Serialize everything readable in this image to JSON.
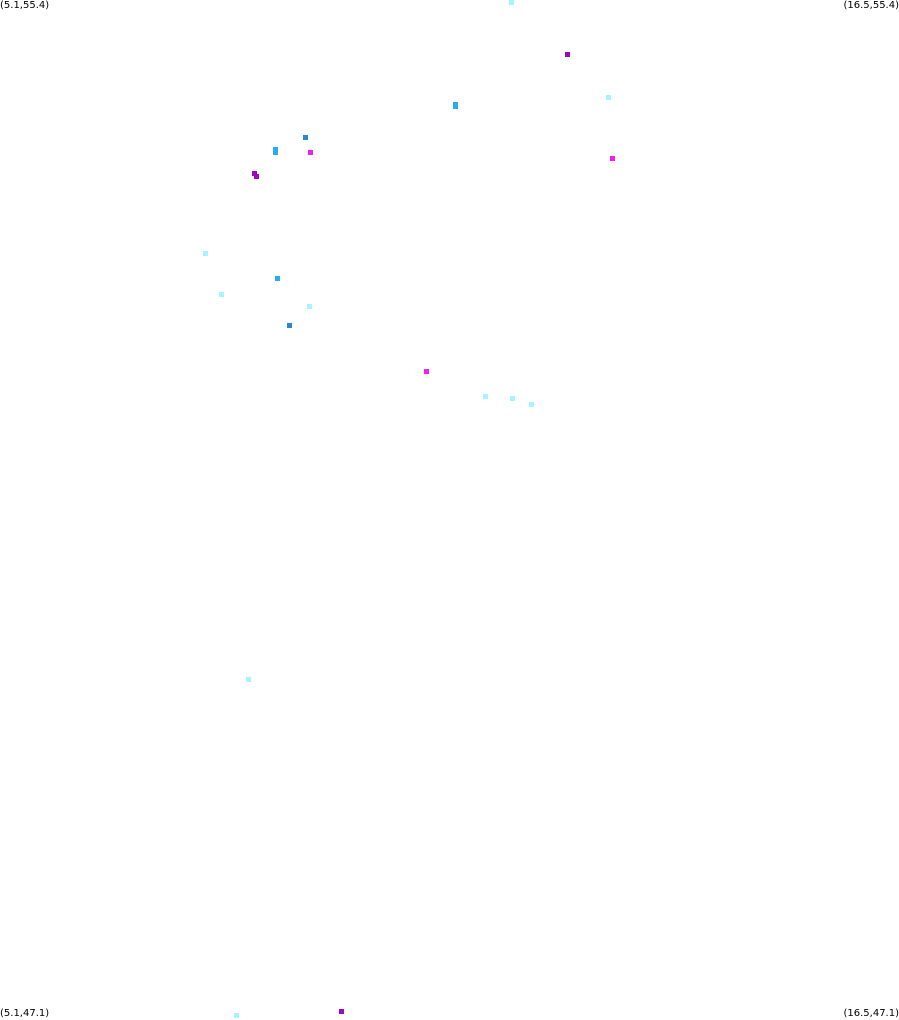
{
  "bounds": {
    "lon_min": 5.1,
    "lon_max": 16.5,
    "lat_min": 47.1,
    "lat_max": 55.4
  },
  "corners": {
    "top_left": "(5.1,55.4)",
    "top_right": "(16.5,55.4)",
    "bottom_left": "(5.1,47.1)",
    "bottom_right": "(16.5,47.1)"
  },
  "colors": {
    "cyan": "#a6f4ff",
    "sky": "#29abf2",
    "blue": "#2a86d6",
    "magenta": "#f01ef5",
    "purple": "#9a08c4"
  },
  "points": [
    {
      "lon": 11.58,
      "lat": 55.38,
      "color": "cyan"
    },
    {
      "lon": 12.29,
      "lat": 54.96,
      "color": "purple"
    },
    {
      "lon": 12.82,
      "lat": 54.61,
      "color": "cyan"
    },
    {
      "lon": 10.87,
      "lat": 54.53,
      "color": "sky"
    },
    {
      "lon": 10.88,
      "lat": 54.55,
      "color": "sky"
    },
    {
      "lon": 8.98,
      "lat": 54.28,
      "color": "blue"
    },
    {
      "lon": 8.59,
      "lat": 54.16,
      "color": "sky"
    },
    {
      "lon": 8.59,
      "lat": 54.18,
      "color": "sky"
    },
    {
      "lon": 9.04,
      "lat": 54.16,
      "color": "magenta"
    },
    {
      "lon": 12.87,
      "lat": 54.11,
      "color": "magenta"
    },
    {
      "lon": 8.33,
      "lat": 53.99,
      "color": "purple"
    },
    {
      "lon": 8.35,
      "lat": 53.96,
      "color": "purple"
    },
    {
      "lon": 7.7,
      "lat": 53.34,
      "color": "cyan"
    },
    {
      "lon": 8.62,
      "lat": 53.13,
      "color": "sky"
    },
    {
      "lon": 7.91,
      "lat": 53.0,
      "color": "cyan"
    },
    {
      "lon": 9.02,
      "lat": 52.91,
      "color": "cyan"
    },
    {
      "lon": 8.77,
      "lat": 52.75,
      "color": "blue"
    },
    {
      "lon": 10.51,
      "lat": 52.38,
      "color": "magenta"
    },
    {
      "lon": 11.26,
      "lat": 52.17,
      "color": "cyan"
    },
    {
      "lon": 11.6,
      "lat": 52.16,
      "color": "cyan"
    },
    {
      "lon": 11.84,
      "lat": 52.11,
      "color": "cyan"
    },
    {
      "lon": 8.25,
      "lat": 49.87,
      "color": "cyan"
    },
    {
      "lon": 9.43,
      "lat": 47.17,
      "color": "purple"
    },
    {
      "lon": 8.1,
      "lat": 47.14,
      "color": "cyan"
    }
  ]
}
